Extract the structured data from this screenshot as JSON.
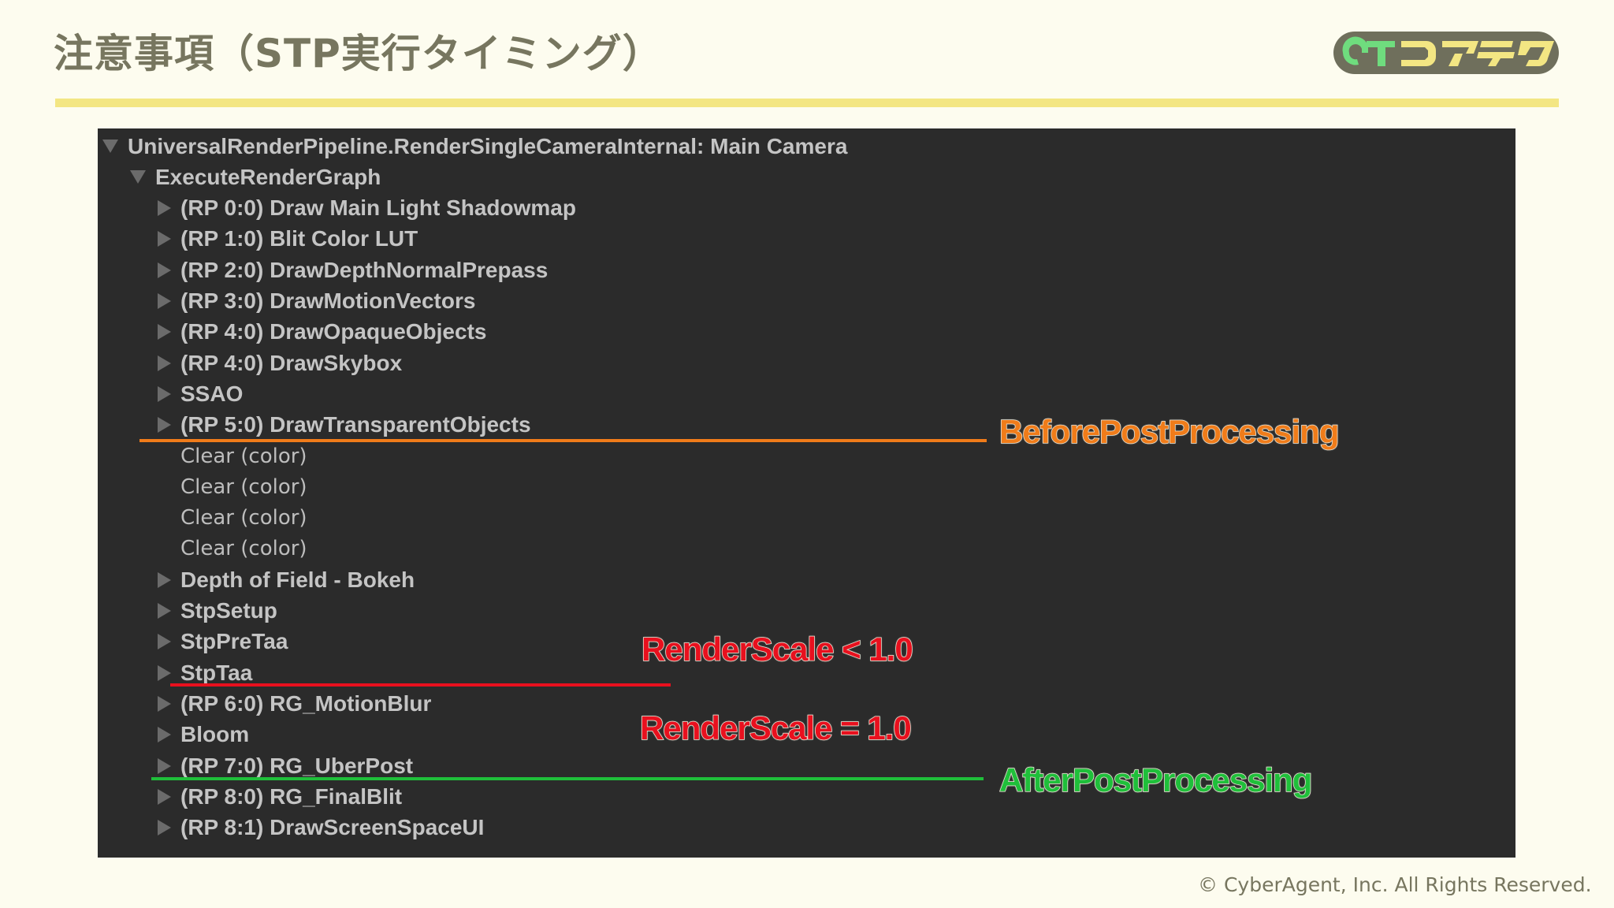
{
  "slide": {
    "title": "注意事項（STP実行タイミング）",
    "logo_text": "CAコアテク",
    "copyright": "© CyberAgent, Inc. All Rights Reserved.",
    "colors": {
      "background": "#fdfcef",
      "title_text": "#77765f",
      "title_underline": "#f3e683",
      "panel_bg": "#2b2b2b",
      "logo_green": "#6fdc7e",
      "logo_yellow": "#f3e683",
      "logo_outline": "#6f6f5c"
    }
  },
  "frame_debugger": {
    "tree": [
      {
        "level": 0,
        "expand": "down",
        "label": "UniversalRenderPipeline.RenderSingleCameraInternal: Main Camera"
      },
      {
        "level": 1,
        "expand": "down",
        "label": "ExecuteRenderGraph"
      },
      {
        "level": 2,
        "expand": "right",
        "label": "(RP 0:0) Draw Main Light Shadowmap"
      },
      {
        "level": 2,
        "expand": "right",
        "label": "(RP 1:0) Blit Color LUT"
      },
      {
        "level": 2,
        "expand": "right",
        "label": "(RP 2:0) DrawDepthNormalPrepass"
      },
      {
        "level": 2,
        "expand": "right",
        "label": "(RP 3:0) DrawMotionVectors"
      },
      {
        "level": 2,
        "expand": "right",
        "label": "(RP 4:0) DrawOpaqueObjects"
      },
      {
        "level": 2,
        "expand": "right",
        "label": "(RP 4:0) DrawSkybox"
      },
      {
        "level": 2,
        "expand": "right",
        "label": "SSAO"
      },
      {
        "level": 2,
        "expand": "right",
        "label": "(RP 5:0) DrawTransparentObjects"
      },
      {
        "level": 2,
        "expand": "none",
        "label": "Clear (color)"
      },
      {
        "level": 2,
        "expand": "none",
        "label": "Clear (color)"
      },
      {
        "level": 2,
        "expand": "none",
        "label": "Clear (color)"
      },
      {
        "level": 2,
        "expand": "none",
        "label": "Clear (color)"
      },
      {
        "level": 2,
        "expand": "right",
        "label": "Depth of Field - Bokeh"
      },
      {
        "level": 2,
        "expand": "right",
        "label": "StpSetup"
      },
      {
        "level": 2,
        "expand": "right",
        "label": "StpPreTaa"
      },
      {
        "level": 2,
        "expand": "right",
        "label": "StpTaa"
      },
      {
        "level": 2,
        "expand": "right",
        "label": "(RP 6:0) RG_MotionBlur"
      },
      {
        "level": 2,
        "expand": "right",
        "label": "Bloom"
      },
      {
        "level": 2,
        "expand": "right",
        "label": "(RP 7:0) RG_UberPost"
      },
      {
        "level": 2,
        "expand": "right",
        "label": "(RP 8:0) RG_FinalBlit"
      },
      {
        "level": 2,
        "expand": "right",
        "label": "(RP 8:1) DrawScreenSpaceUI"
      }
    ]
  },
  "annotations": {
    "before_post": {
      "label": "BeforePostProcessing",
      "color": "#f07c1a"
    },
    "render_scale_lt": {
      "label": "RenderScale < 1.0",
      "color": "#e8101e"
    },
    "render_scale_eq": {
      "label": "RenderScale = 1.0",
      "color": "#e8101e"
    },
    "after_post": {
      "label": "AfterPostProcessing",
      "color": "#1fbf3a"
    }
  }
}
